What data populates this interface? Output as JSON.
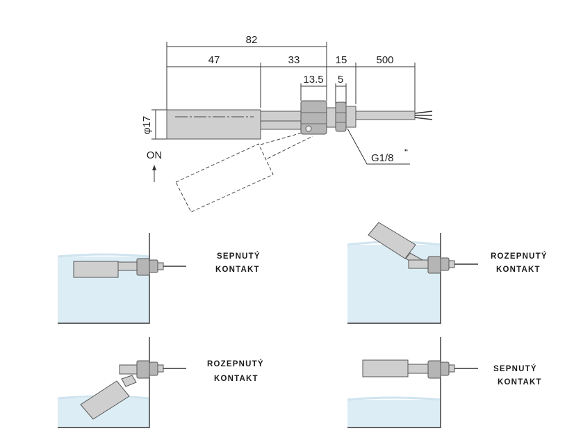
{
  "drawing": {
    "dimensions": {
      "total": "82",
      "float_len": "47",
      "body_len": "33",
      "nut_len": "13.5",
      "thread_len": "5",
      "gap": "15",
      "cable": "500",
      "diameter": "φ17",
      "thread": "G1/8",
      "thread_mark": "“"
    },
    "on_label": "ON",
    "arrow_glyph": "↑"
  },
  "states": [
    {
      "line1": "SEPNUTÝ",
      "line2": "KONTAKT"
    },
    {
      "line1": "ROZEPNUTÝ",
      "line2": "KONTAKT"
    },
    {
      "line1": "ROZEPNUTÝ",
      "line2": "KONTAKT"
    },
    {
      "line1": "SEPNUTÝ",
      "line2": "KONTAKT"
    }
  ],
  "colors": {
    "water": "#dcedf5",
    "float": "#cfcfcf",
    "line": "#333333"
  }
}
